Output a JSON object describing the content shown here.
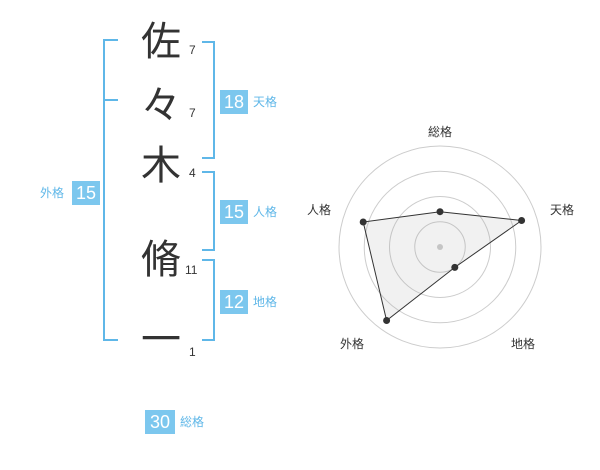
{
  "name": {
    "chars": [
      {
        "char": "佐",
        "strokes": "7"
      },
      {
        "char": "々",
        "strokes": "7"
      },
      {
        "char": "木",
        "strokes": "4"
      },
      {
        "char": "脩",
        "strokes": "11"
      },
      {
        "char": "一",
        "strokes": "1"
      }
    ]
  },
  "fortunes": {
    "tenkaku": {
      "value": "18",
      "label": "天格"
    },
    "jinkaku": {
      "value": "15",
      "label": "人格"
    },
    "chikaku": {
      "value": "12",
      "label": "地格"
    },
    "gaikaku": {
      "value": "15",
      "label": "外格"
    },
    "soukaku": {
      "value": "30",
      "label": "総格"
    }
  },
  "colors": {
    "accent": "#7cc7ee",
    "accent_text": "#5fb7e8",
    "bracket": "#5fb7e8",
    "text": "#333333"
  },
  "chart_data": {
    "type": "radar",
    "axes": [
      "総格",
      "天格",
      "地格",
      "外格",
      "人格"
    ],
    "values": [
      0.35,
      0.85,
      0.25,
      0.9,
      0.8
    ],
    "range": [
      0,
      1
    ],
    "rings": 4
  }
}
